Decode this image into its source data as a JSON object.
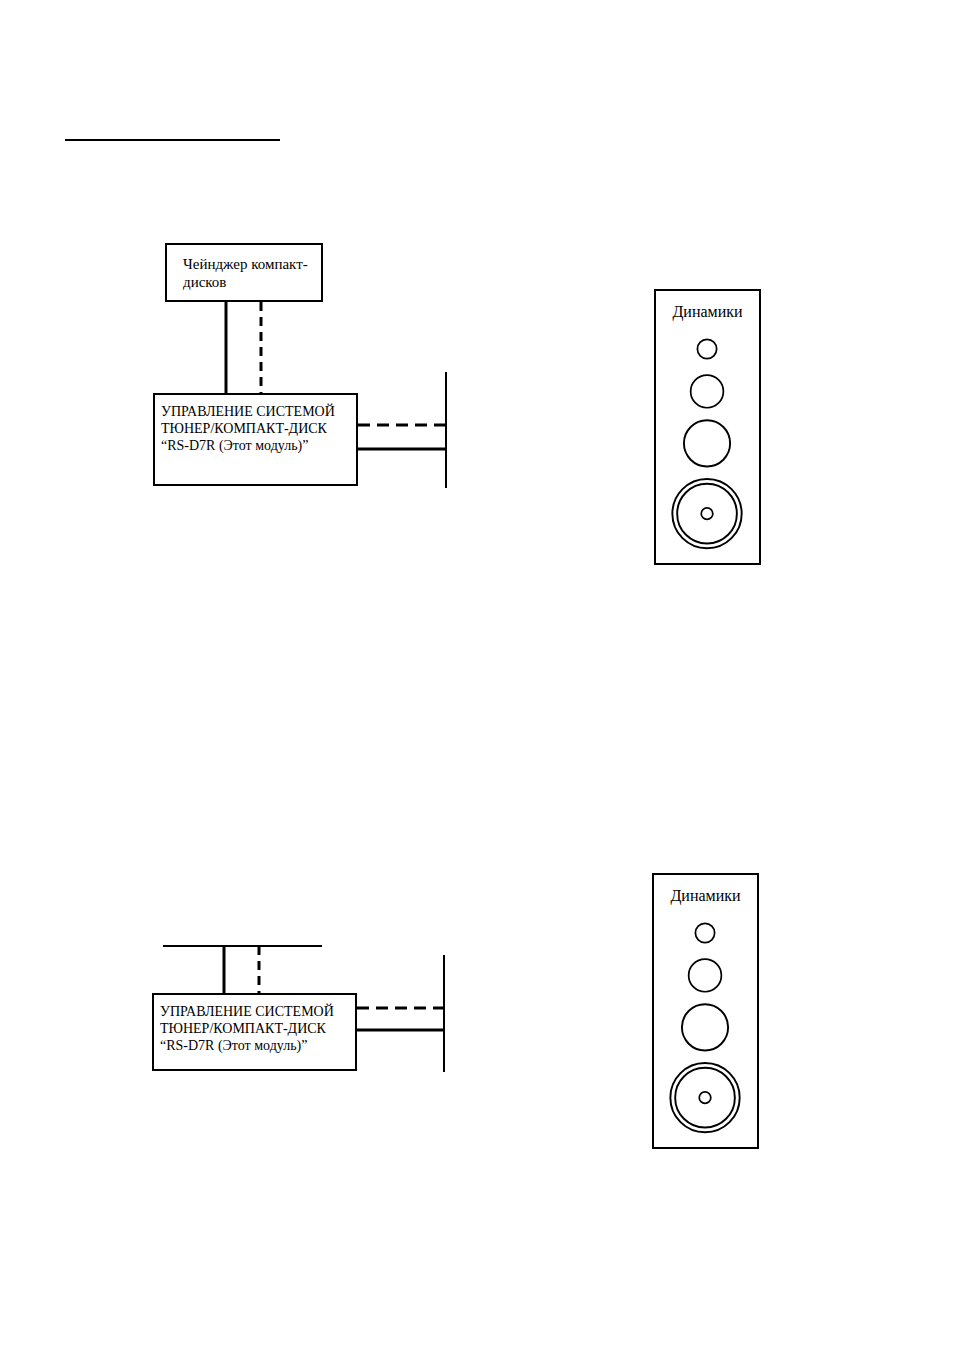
{
  "diagram": {
    "nodes": [
      {
        "text": [
          "Чейнджер компакт-дисков"
        ]
      },
      {
        "text": [
          "УПРАВЛЕНИЕ СИСТЕМОЙ ТЮНЕР/КОМПАКТ-ДИСК “RS-D7R (Этот модуль)”"
        ]
      },
      {
        "text": [
          "Динамики"
        ]
      },
      {
        "text": [
          "УПРАВЛЕНИЕ СИСТЕМОЙ ТЮНЕР/КОМПАКТ-ДИСК “RS-D7R (Этот модуль)”"
        ]
      },
      {
        "text": [
          "Динамики"
        ]
      }
    ],
    "edges": [
      {
        "from": 0,
        "to": 1,
        "arrow": "none"
      },
      {
        "from": 0,
        "to": 1,
        "arrow": "none"
      }
    ]
  }
}
